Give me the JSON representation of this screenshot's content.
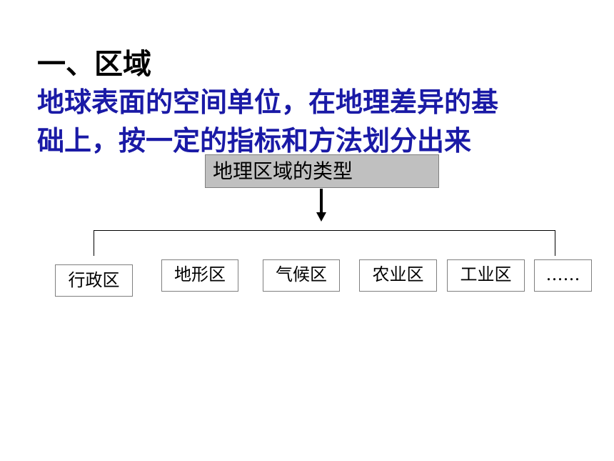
{
  "heading": "一、区域",
  "definition": {
    "line1": "地球表面的空间单位，在地理差异的基",
    "line2": "础上，按一定的指标和方法划分出来"
  },
  "diagram": {
    "root_label": "地理区域的类型",
    "categories": [
      "行政区",
      "地形区",
      "气候区",
      "农业区",
      "工业区",
      "……"
    ]
  },
  "colors": {
    "definition_text": "#1a1aa6",
    "root_box_fill": "#c0c0c0"
  }
}
